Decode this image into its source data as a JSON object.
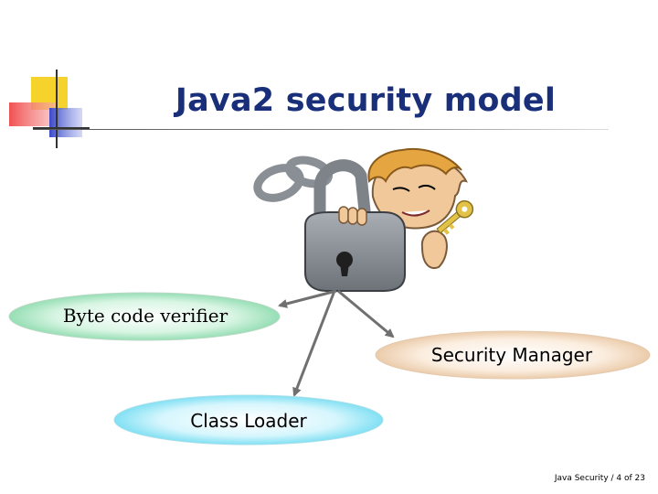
{
  "slide": {
    "title": "Java2 security model",
    "footer": "Java Security / 4 of 23"
  },
  "diagram": {
    "center_image": "cartoon-man-with-key-and-padlock",
    "nodes": [
      {
        "id": "verifier",
        "label": "Byte code verifier",
        "fill": "#c9f0d8"
      },
      {
        "id": "manager",
        "label": "Security Manager",
        "fill": "#f7e6d2"
      },
      {
        "id": "loader",
        "label": "Class Loader",
        "fill": "#cff2fb"
      }
    ],
    "edges": [
      {
        "from": "padlock",
        "to": "verifier"
      },
      {
        "from": "padlock",
        "to": "manager"
      },
      {
        "from": "padlock",
        "to": "loader"
      }
    ]
  },
  "colors": {
    "title": "#1a2f7a",
    "arrow": "#707070",
    "logo_yellow": "#f6d22c",
    "logo_red": "#f05050",
    "logo_blue": "#4a5ad0"
  }
}
